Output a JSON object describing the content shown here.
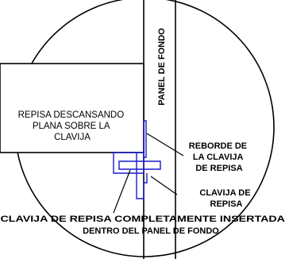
{
  "colors": {
    "line": "#000000",
    "highlight": "#1a1acc",
    "background": "#ffffff"
  },
  "labels": {
    "back_panel": "PANEL DE FONDO",
    "shelf": [
      "REPISA DESCANSANDO",
      "PLANA SOBRE LA",
      "CLAVIJA"
    ],
    "shelf_pin_lip": [
      "REBORDE DE",
      "LA CLAVIJA",
      "DE REPISA"
    ],
    "shelf_pin": [
      "CLAVIJA DE",
      "REPISA"
    ],
    "bottom_caption": [
      "CLAVIJA DE REPISA  COMPLETAMENTE INSERTADA",
      "DENTRO DEL PANEL DE FONDO"
    ]
  }
}
